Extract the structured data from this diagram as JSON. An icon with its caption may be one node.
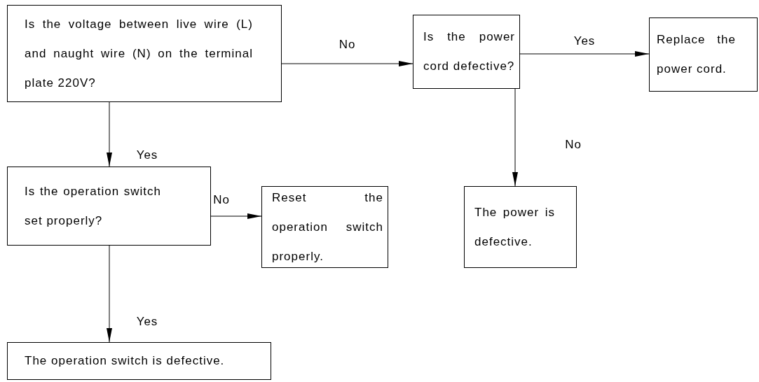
{
  "diagram": {
    "nodes": [
      {
        "text": [
          "Is the voltage between live wire (L) and naught wire (N) on the terminal plate 220V?"
        ]
      },
      {
        "text": [
          "Is the power cord defective?"
        ]
      },
      {
        "text": [
          "Replace the power cord."
        ]
      },
      {
        "text": [
          "Is the operation switch set properly?"
        ]
      },
      {
        "text": [
          "Reset the operation switch properly."
        ]
      },
      {
        "text": [
          "The power is defective."
        ]
      },
      {
        "text": [
          "The operation switch is defective."
        ]
      }
    ],
    "edges": [
      {
        "from": 0,
        "to": 1,
        "arrow": "to",
        "label": "No"
      },
      {
        "from": 1,
        "to": 2,
        "arrow": "to",
        "label": "Yes"
      },
      {
        "from": 0,
        "to": 3,
        "arrow": "to",
        "label": "Yes"
      },
      {
        "from": 3,
        "to": 4,
        "arrow": "to",
        "label": "No"
      },
      {
        "from": 1,
        "to": 5,
        "arrow": "to",
        "label": "No"
      },
      {
        "from": 3,
        "to": 6,
        "arrow": "to",
        "label": "Yes"
      }
    ]
  }
}
